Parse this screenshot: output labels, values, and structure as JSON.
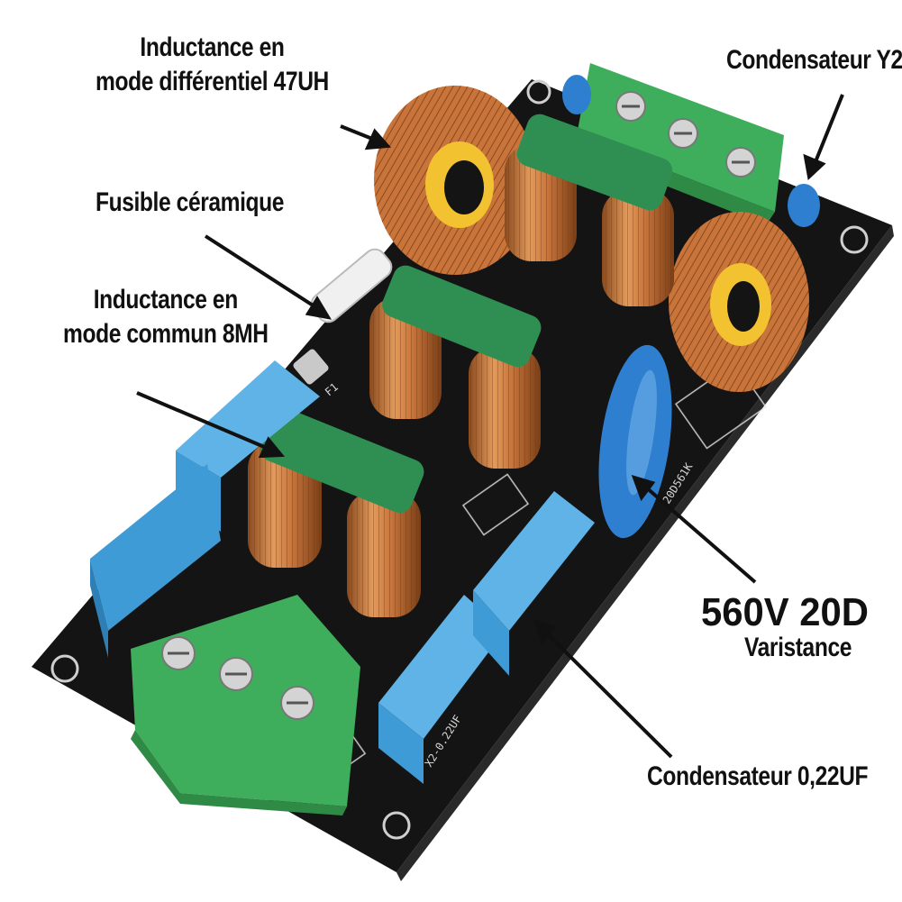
{
  "annotations": {
    "differential_inductor": [
      "Inductance en",
      "mode différentiel 47UH"
    ],
    "y2_capacitor": "Condensateur Y2",
    "ceramic_fuse": "Fusible céramique",
    "common_mode_inductor": [
      "Inductance en",
      "mode commun 8MH"
    ],
    "varistor_value": "560V 20D",
    "varistor": "Varistance",
    "capacitor_022uf": "Condensateur 0,22UF"
  },
  "pcb_markings": {
    "capacitor_silk": "X2-0.22UF",
    "varistor_silk": "20D561K",
    "fuse_silk": "F1"
  },
  "colors": {
    "pcb": "#141414",
    "terminal_block": "#3fae5c",
    "capacitor_x2": "#3f9bd6",
    "copper": "#c8743a",
    "toroid_core": "#f2c230",
    "choke_cap": "#2f8f52",
    "y2_cap": "#2f7fd0"
  }
}
